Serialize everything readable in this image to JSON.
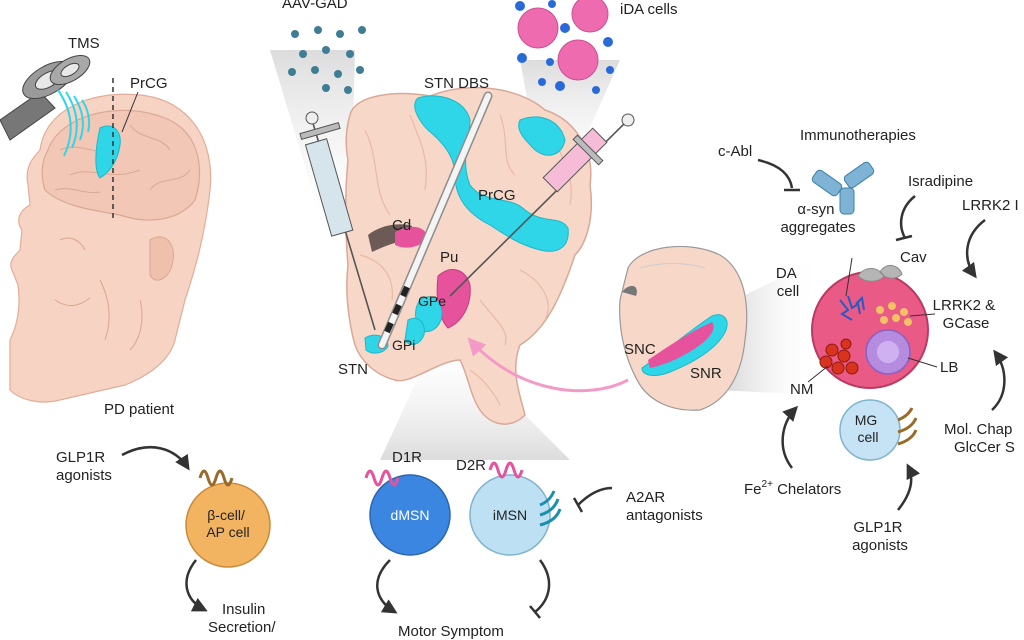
{
  "labels": {
    "tms": "TMS",
    "prcg_head": "PrCG",
    "pd_patient": "PD patient",
    "aav_gad": "AAV-GAD",
    "stn_dbs": "STN DBS",
    "ida_cells": "iDA cells",
    "prcg_brain": "PrCG",
    "cd": "Cd",
    "pu": "Pu",
    "gpe": "GPe",
    "gpi": "GPi",
    "stn": "STN",
    "snc": "SNC",
    "snr": "SNR",
    "glp1r_agonists_left": "GLP1R\nagonists",
    "beta_cell": "β-cell/\nAP cell",
    "insulin": "Insulin\nSecretion/",
    "d1r": "D1R",
    "d2r": "D2R",
    "dmsn": "dMSN",
    "imsn": "iMSN",
    "a2ar": "A2AR\nantagonists",
    "motor_symptom": "Motor Symptom",
    "c_abl": "c-Abl",
    "immunotherapies": "Immunotherapies",
    "asyn": "α-syn\naggregates",
    "isradipine": "Isradipine",
    "lrrk2_inhib": "LRRK2 I",
    "cav": "Cav",
    "da_cell": "DA\ncell",
    "lrrk2_gcase": "LRRK2 &\nGCase",
    "lb": "LB",
    "nm": "NM",
    "mg_cell": "MG\ncell",
    "mol_chap": "Mol. Chap\nGlcCer S",
    "fe_chelators_pre": "Fe",
    "fe_chelators_sup": "2+",
    "fe_chelators_post": " Chelators",
    "glp1r_agonists_right": "GLP1R\nagonists"
  },
  "colors": {
    "cyan": "#2fd6e8",
    "magenta": "#e6529c",
    "brain_fill": "#f7d8c8",
    "brain_stroke": "#d9a898",
    "skin": "#f6d3c2",
    "dmsn_fill": "#3b86e0",
    "imsn_fill": "#bde0f3",
    "beta_fill": "#f3b461",
    "da_cell_fill": "#ea5a86",
    "lb_fill": "#b58be0",
    "mg_fill": "#c6e3f5",
    "nm_fill": "#d9331f",
    "dot_teal": "#3e7d93",
    "dot_blue": "#2a6ad8",
    "pink_cell": "#ee6bb0"
  }
}
